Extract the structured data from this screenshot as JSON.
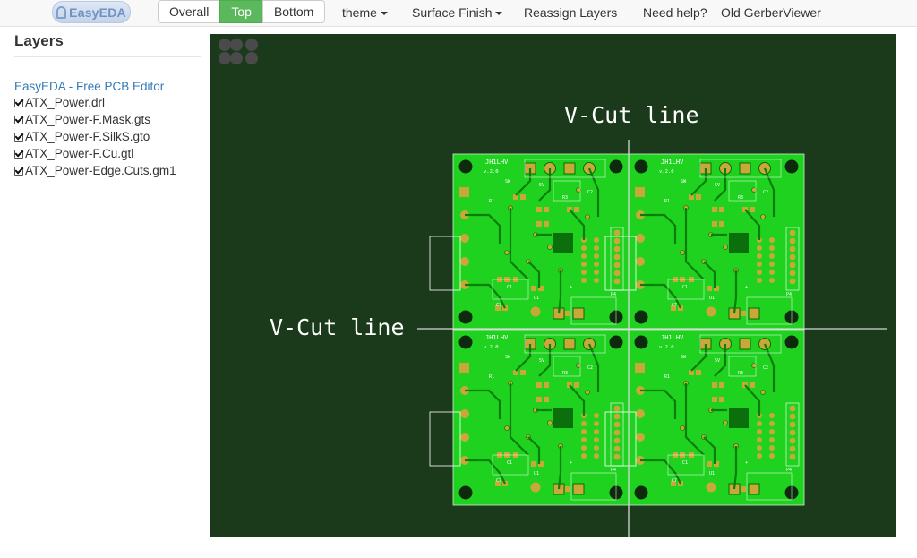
{
  "nav": {
    "logo_text": "EasyEDA",
    "view_buttons": [
      "Overall",
      "Top",
      "Bottom"
    ],
    "active_view": "Top",
    "menus": {
      "theme": "theme",
      "surface_finish": "Surface Finish",
      "reassign_layers": "Reassign Layers",
      "help": "Need help?",
      "old_viewer": "Old GerberViewer"
    }
  },
  "sidebar": {
    "title": "Layers",
    "editor_link": "EasyEDA - Free PCB Editor",
    "layers": [
      {
        "name": "ATX_Power.drl",
        "checked": true
      },
      {
        "name": "ATX_Power-F.Mask.gts",
        "checked": true
      },
      {
        "name": "ATX_Power-F.SilkS.gto",
        "checked": true
      },
      {
        "name": "ATX_Power-F.Cu.gtl",
        "checked": true
      },
      {
        "name": "ATX_Power-Edge.Cuts.gm1",
        "checked": true
      }
    ]
  },
  "viewer": {
    "background_color": "#1b3a1b",
    "board_color": "#1fd21f",
    "pad_color": "#caa838",
    "silk_color": "#ffffff",
    "vcut_vertical_label": "V-Cut line",
    "vcut_horizontal_label": "V-Cut line",
    "board_name": "JH1LHV",
    "board_version": "v.2.0",
    "panel_rows": 2,
    "panel_cols": 2
  }
}
